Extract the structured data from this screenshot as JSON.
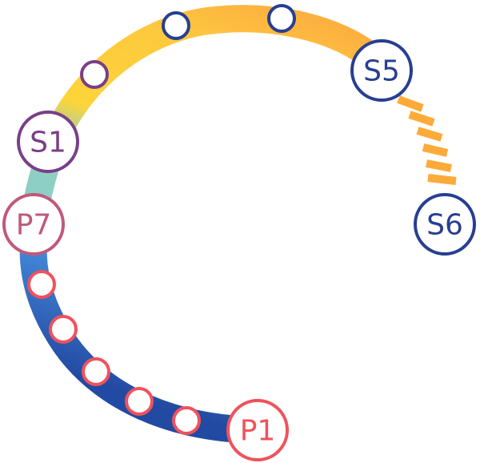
{
  "colors": {
    "gradient_start": "#234aa2",
    "gradient_mid_blue": "#5aaee8",
    "gradient_teal": "#8ecfc5",
    "gradient_yellow": "#fdd43a",
    "gradient_orange": "#fdb040",
    "dash": "#fcab39",
    "pink_node": "#f0525c",
    "rose_node": "#c0597b",
    "purple_node": "#7a3f87",
    "navy_node": "#273f92",
    "node_fill": "#ffffff"
  },
  "labeled_nodes": [
    {
      "id": "p1",
      "label": "P1",
      "color": "#f0525c"
    },
    {
      "id": "p7",
      "label": "P7",
      "color": "#c0597b"
    },
    {
      "id": "s1",
      "label": "S1",
      "color": "#7a3f87"
    },
    {
      "id": "s5",
      "label": "S5",
      "color": "#273f92"
    },
    {
      "id": "s6",
      "label": "S6",
      "color": "#273f92"
    }
  ],
  "small_nodes": [
    {
      "id": "pink-1",
      "color": "#f0525c"
    },
    {
      "id": "pink-2",
      "color": "#f0525c"
    },
    {
      "id": "pink-3",
      "color": "#f0525c"
    },
    {
      "id": "pink-4",
      "color": "#f0525c"
    },
    {
      "id": "pink-5",
      "color": "#f0525c"
    },
    {
      "id": "purple-1",
      "color": "#7a3f87"
    },
    {
      "id": "navy-1",
      "color": "#273f92"
    },
    {
      "id": "navy-2",
      "color": "#273f92"
    }
  ]
}
